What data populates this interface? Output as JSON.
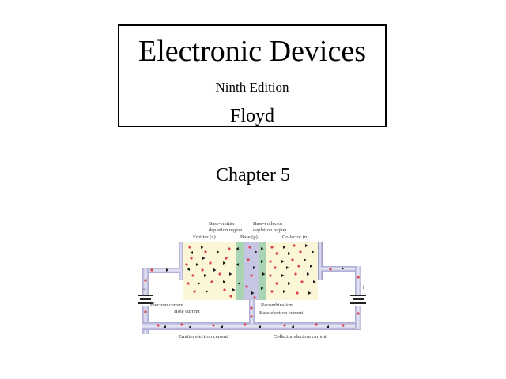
{
  "title_block": {
    "title": "Electronic Devices",
    "edition": "Ninth Edition",
    "author": "Floyd"
  },
  "chapter": "Chapter 5",
  "diagram": {
    "labels": {
      "base_emitter_1": "Base-emitter",
      "base_emitter_2": "depletion region",
      "base_collector_1": "Base-collector",
      "base_collector_2": "depletion region",
      "emitter": "Emitter (n)",
      "base": "Base (p)",
      "collector": "Collector (n)",
      "electron_current": "Electron current",
      "hole_current": "Hole current",
      "recombination": "Recombination",
      "base_electron_current": "Base electron current",
      "emitter_electron_current": "Emitter electron current",
      "collector_electron_current": "Collector electron current",
      "minus": "−",
      "plus": "+"
    },
    "colors": {
      "n_region": "#fbf6d6",
      "p_region": "#c7c5e4",
      "depletion": "#a8d4b4",
      "wire": "#a6a6d2",
      "electron_dot": "#d9434b",
      "arrow": "#1a1a1a"
    }
  }
}
